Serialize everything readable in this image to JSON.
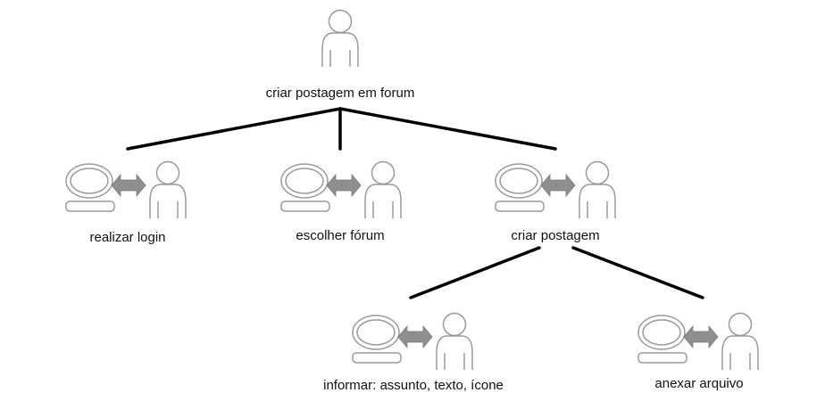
{
  "diagram": {
    "root": {
      "label": "criar postagem em forum",
      "icon": "user-icon"
    },
    "tasks": [
      {
        "label": "realizar login",
        "icon": "user-computer-interaction-icon"
      },
      {
        "label": "escolher fórum",
        "icon": "user-computer-interaction-icon"
      },
      {
        "label": "criar postagem",
        "icon": "user-computer-interaction-icon"
      }
    ],
    "subtasks": [
      {
        "label": "informar: assunto, texto, ícone",
        "icon": "user-computer-interaction-icon",
        "parent": "criar postagem"
      },
      {
        "label": "anexar arquivo",
        "icon": "user-computer-interaction-icon",
        "parent": "criar postagem"
      }
    ],
    "colors": {
      "edge": "#000000",
      "icon_stroke": "#9a9a9a",
      "arrow_fill": "#8f8f8f",
      "text": "#111111"
    }
  }
}
